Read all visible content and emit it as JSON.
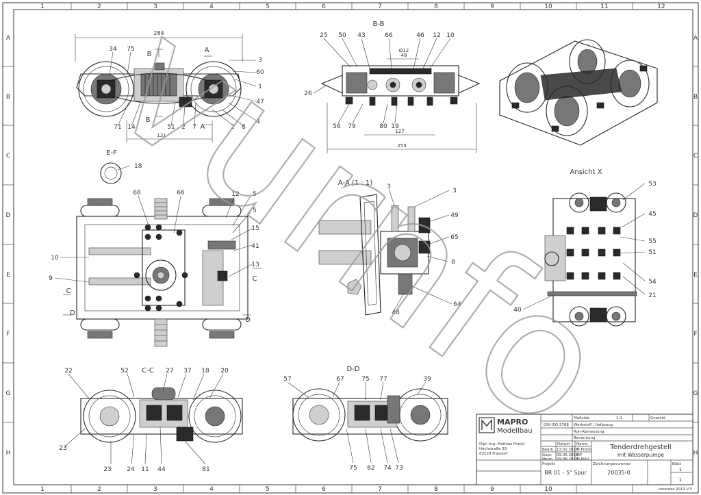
{
  "grid": {
    "cols": [
      "1",
      "2",
      "3",
      "4",
      "5",
      "6",
      "7",
      "8",
      "9",
      "10",
      "11",
      "12"
    ],
    "rows": [
      "A",
      "B",
      "C",
      "D",
      "E",
      "F",
      "G",
      "H"
    ]
  },
  "views": {
    "bb": "B-B",
    "ef": "E-F",
    "aa": "A-A (1 : 1)",
    "ansicht": "Ansicht X",
    "cc": "C-C",
    "dd": "D-D"
  },
  "dims": {
    "d284": "284",
    "d131": "131",
    "d48": "48",
    "d127": "127",
    "d255": "255",
    "d_dia12": "Ø12"
  },
  "callouts": {
    "side": [
      "34",
      "75",
      "B",
      "A",
      "3",
      "60",
      "1",
      "47",
      "4",
      "2",
      "8",
      "A",
      "7",
      "2",
      "51",
      "B",
      "14",
      "71"
    ],
    "bb": [
      "25",
      "50",
      "43",
      "66",
      "46",
      "12",
      "10",
      "26",
      "56",
      "79",
      "80",
      "19"
    ],
    "ef": [
      "18"
    ],
    "top": [
      "68",
      "66",
      "12",
      "5",
      "5",
      "15",
      "41",
      "13",
      "10",
      "9",
      "C",
      "C",
      "D",
      "D"
    ],
    "aa": [
      "3",
      "3",
      "49",
      "65",
      "8",
      "64",
      "48"
    ],
    "ansicht": [
      "53",
      "45",
      "55",
      "51",
      "54",
      "21",
      "40"
    ],
    "cc": [
      "22",
      "52",
      "27",
      "37",
      "18",
      "20",
      "23",
      "23",
      "24",
      "11",
      "44",
      "81"
    ],
    "dd": [
      "57",
      "67",
      "75",
      "77",
      "39",
      "75",
      "62",
      "74",
      "73"
    ]
  },
  "titleblock": {
    "logo_line1": "MAPRO",
    "logo_line2": "Modellbau",
    "title1": "Tenderdrehgestell",
    "title2": "mit Wasserpumpe",
    "massstab_label": "Maßstab",
    "massstab": "1:1",
    "gewicht": "Gewicht",
    "werkstoff": "Werkstoff / Halbzeug",
    "rohabmessung": "Roh-Abmessung",
    "din": "DIN ISO 2768",
    "benennung": "Benennung",
    "datum": "Datum",
    "name": "Name",
    "bearb": "Bearb.",
    "gepr": "Gepr.",
    "norm": "Norm",
    "d1": "13.01.2013",
    "d2": "09.06.2013",
    "d3": "09.06.2013",
    "n1": "M.Prockl",
    "n2": "MP",
    "n3": "M.Pohl",
    "company1": "Dipl.-Ing. Mathias Prockl",
    "company2": "Hochstraße 33",
    "company3": "83128 Frasdorf",
    "projekt_label": "Projekt",
    "projekt": "BR 01 - 5\" Spur",
    "zeichnungsnr_label": "Zeichnungsnummer",
    "zeichnungsnr": "20035-0",
    "blatt_label": "Blatt",
    "blatt": "1",
    "von": "1",
    "footer": "Inventor 2013 V.3"
  },
  "watermark": "vurnfo"
}
